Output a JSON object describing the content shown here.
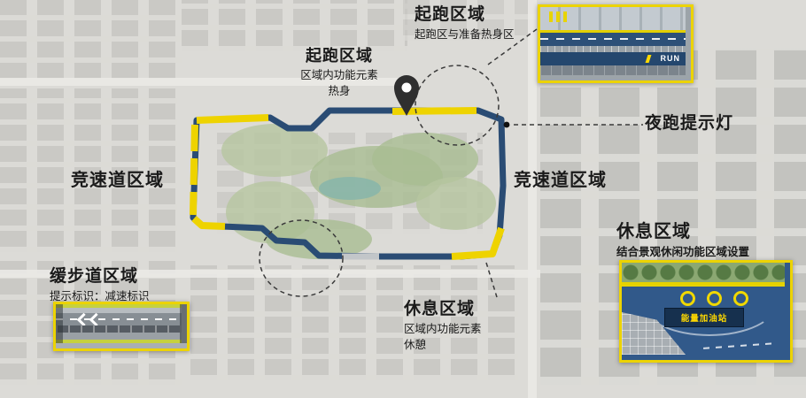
{
  "colors": {
    "background": "#dcdbd7",
    "accent_yellow": "#eed300",
    "track_blue": "#2a4c74",
    "track_gray": "#c2c6c9"
  },
  "annotations": {
    "start_area_top": {
      "title": "起跑区域",
      "subtitle": "起跑区与准备热身区"
    },
    "start_area_center": {
      "title": "起跑区域",
      "desc_line1": "区域内功能元素",
      "desc_line2": "热身"
    },
    "night_run_light": {
      "title": "夜跑提示灯"
    },
    "speed_track_left": {
      "title": "竞速道区域"
    },
    "speed_track_right": {
      "title": "竞速道区域"
    },
    "slow_path": {
      "title": "缓步道区域",
      "subtitle": "提示标识：减速标识"
    },
    "rest_area_center": {
      "title": "休息区域",
      "desc_line1": "区域内功能元素",
      "desc_line2": "休憩"
    },
    "rest_area_right": {
      "title": "休息区域",
      "subtitle": "结合景观休闲功能区域设置"
    }
  },
  "insets": {
    "start_render": {
      "run_label": "RUN"
    },
    "rest_render": {
      "sign_label": "能量加油站"
    }
  }
}
